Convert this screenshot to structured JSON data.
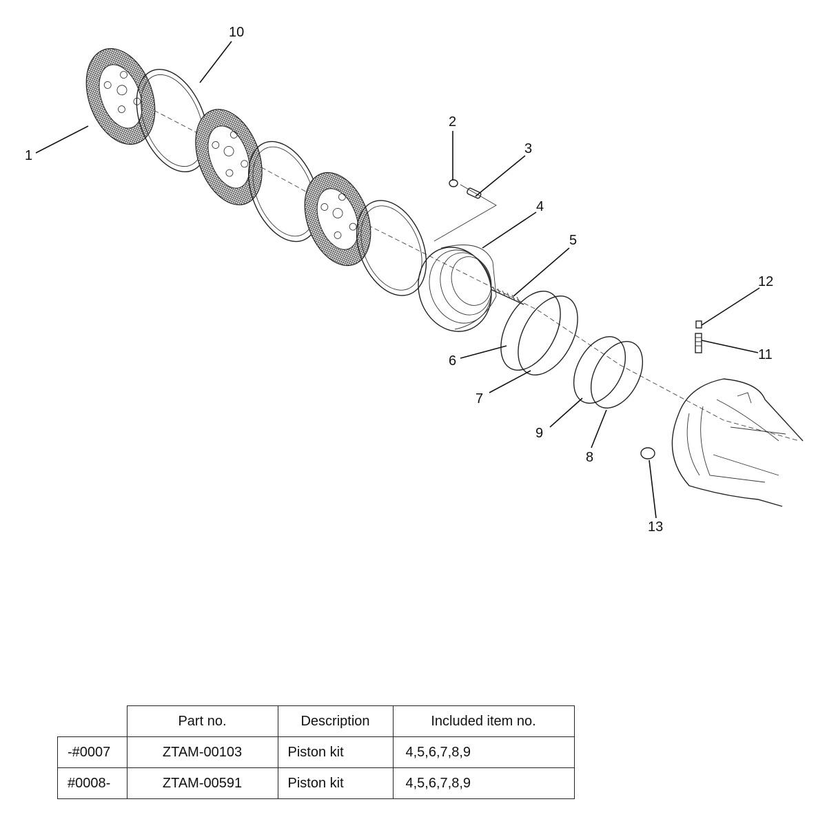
{
  "callouts": [
    {
      "id": "1",
      "label": "1"
    },
    {
      "id": "2",
      "label": "2"
    },
    {
      "id": "3",
      "label": "3"
    },
    {
      "id": "4",
      "label": "4"
    },
    {
      "id": "5",
      "label": "5"
    },
    {
      "id": "6",
      "label": "6"
    },
    {
      "id": "7",
      "label": "7"
    },
    {
      "id": "8",
      "label": "8"
    },
    {
      "id": "9",
      "label": "9"
    },
    {
      "id": "10",
      "label": "10"
    },
    {
      "id": "11",
      "label": "11"
    },
    {
      "id": "12",
      "label": "12"
    },
    {
      "id": "13",
      "label": "13"
    }
  ],
  "table": {
    "headers": [
      "",
      "Part no.",
      "Description",
      "Included item no."
    ],
    "rows": [
      {
        "serial": "-#0007",
        "part_no": "ZTAM-00103",
        "description": "Piston kit",
        "items": "4,5,6,7,8,9"
      },
      {
        "serial": "#0008-",
        "part_no": "ZTAM-00591",
        "description": "Piston kit",
        "items": "4,5,6,7,8,9"
      }
    ]
  }
}
